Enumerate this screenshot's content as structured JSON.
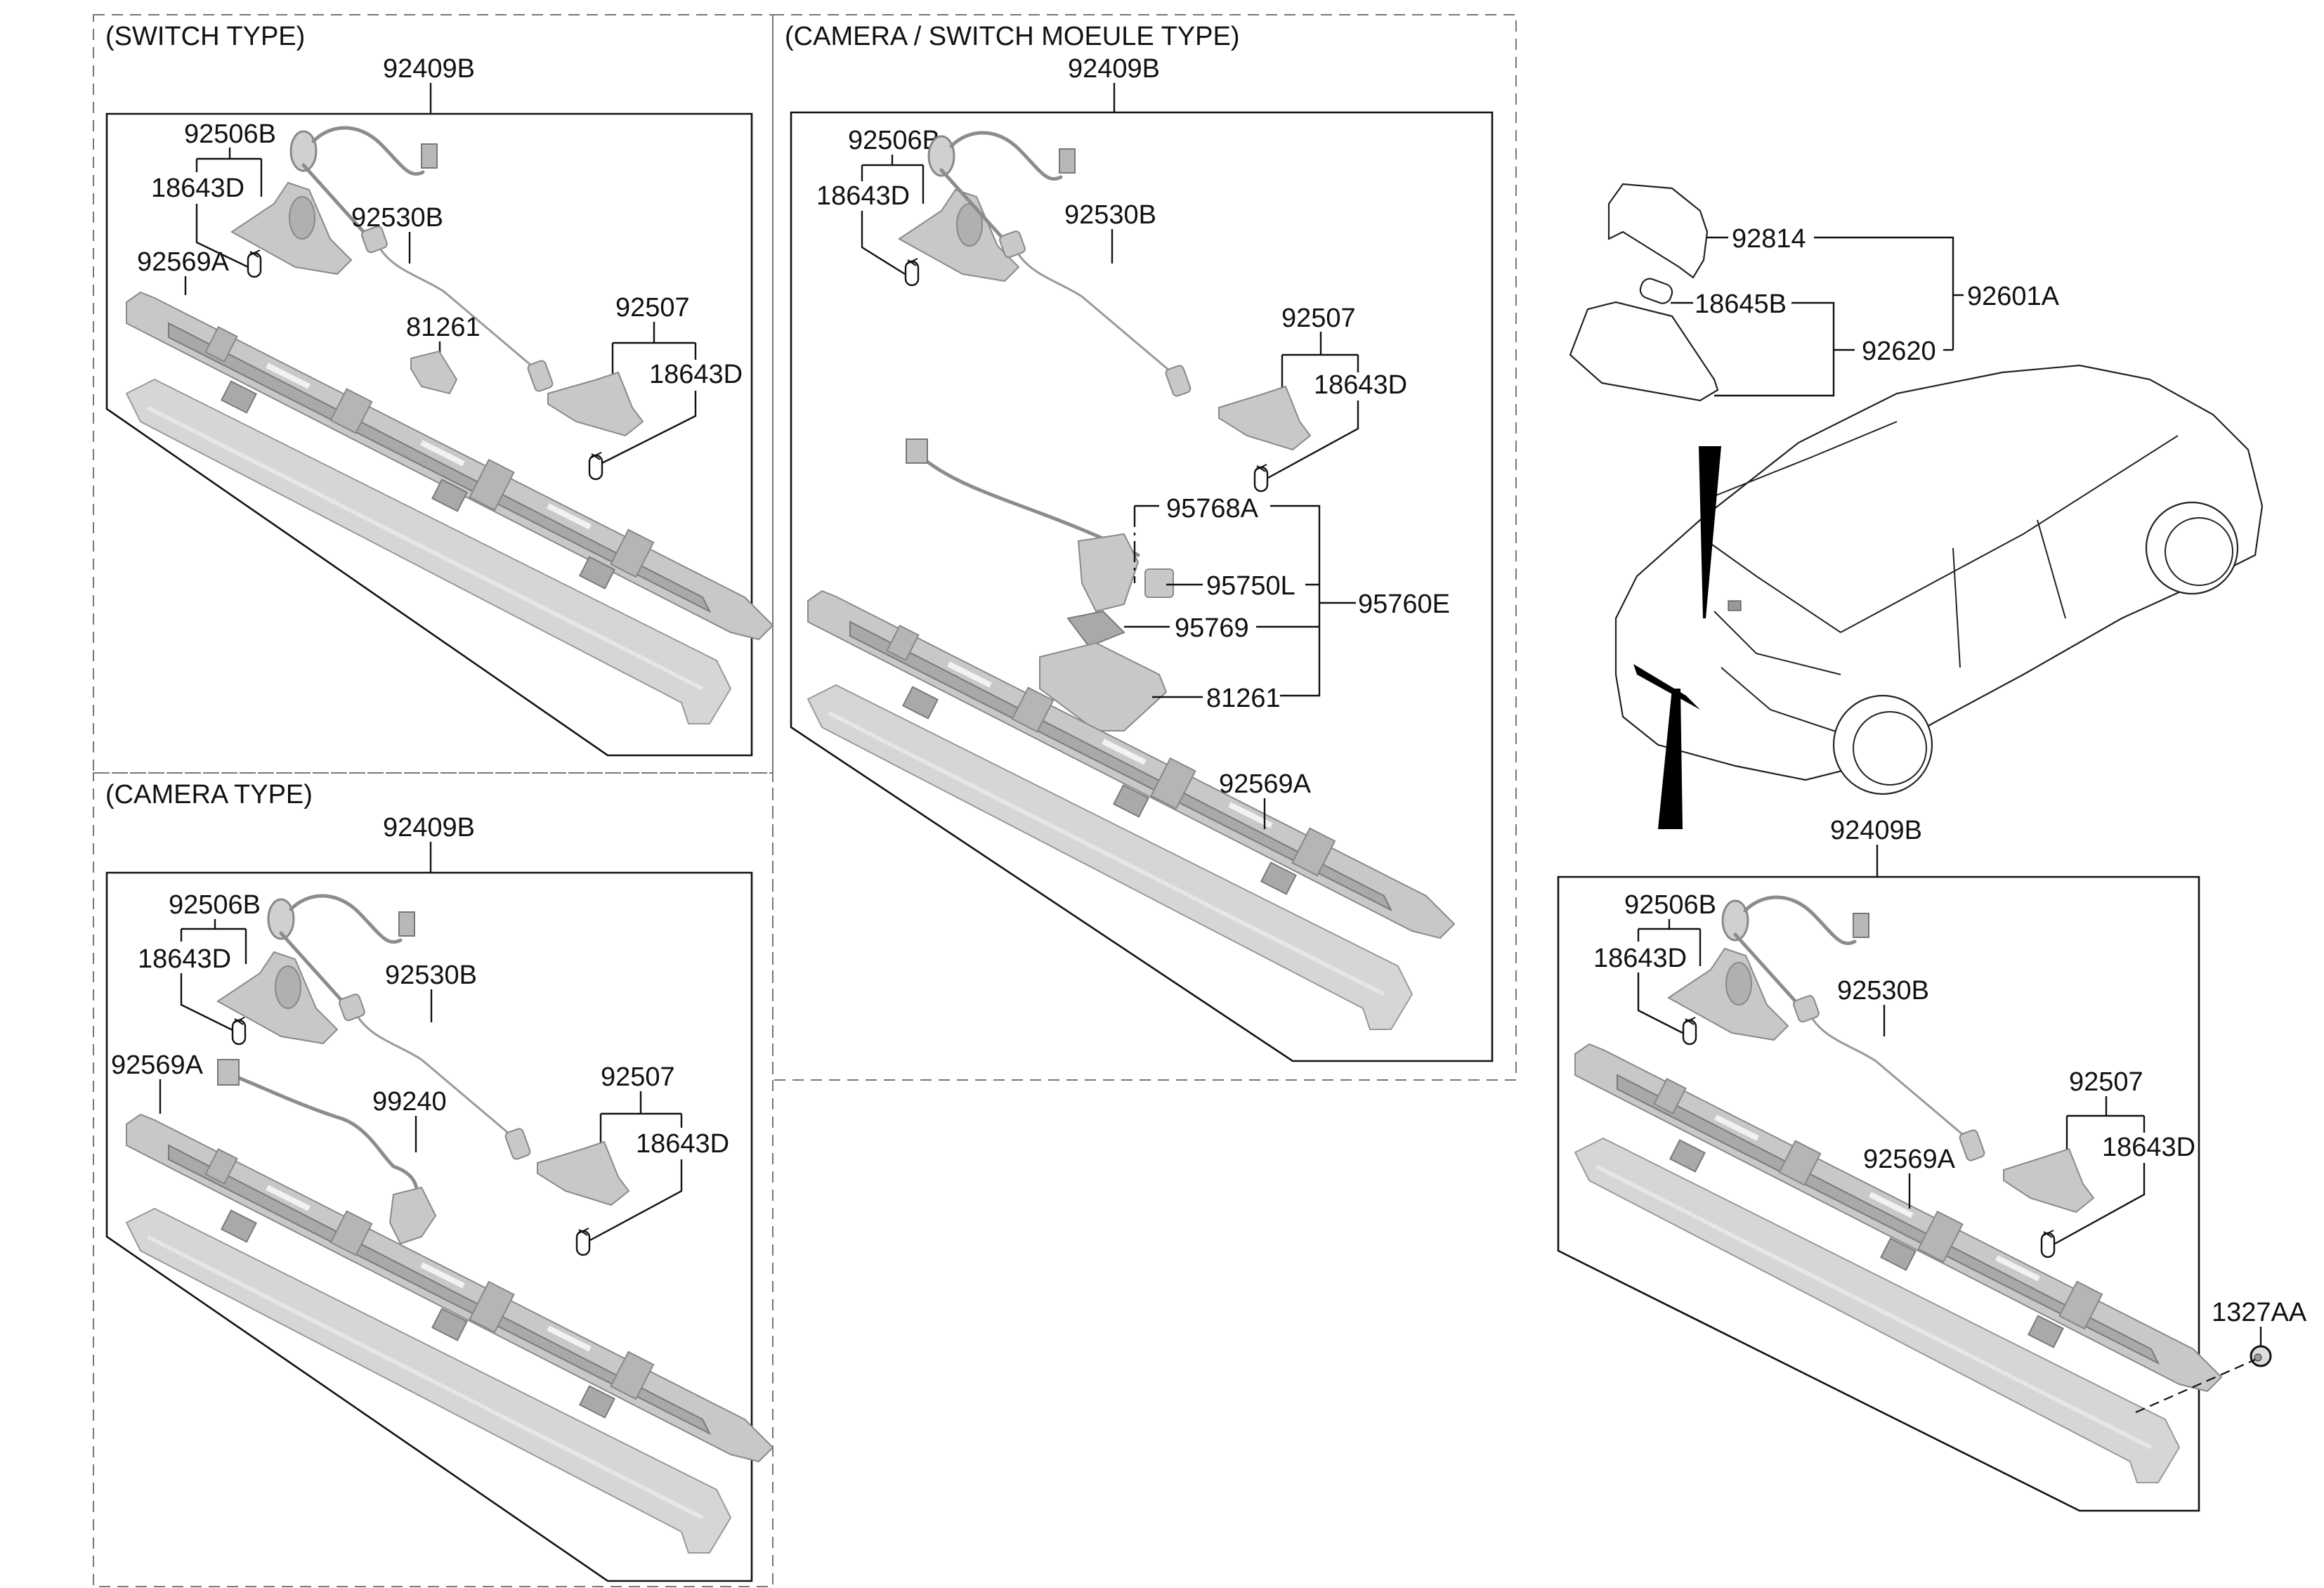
{
  "sections": {
    "switch_type": {
      "title": "(SWITCH TYPE)",
      "assembly": "92409B",
      "labels": {
        "housing_lamp": "92506B",
        "bulb_left": "18643D",
        "garnish": "92569A",
        "wiring": "92530B",
        "switch": "81261",
        "lamp_right": "92507",
        "bulb_right": "18643D"
      }
    },
    "camera_switch_module_type": {
      "title": "(CAMERA / SWITCH MOEULE TYPE)",
      "assembly": "92409B",
      "labels": {
        "housing_lamp": "92506B",
        "bulb_left": "18643D",
        "wiring": "92530B",
        "lamp_right": "92507",
        "bulb_right": "18643D",
        "camera_bracket": "95768A",
        "camera": "95750L",
        "gasket": "95769",
        "switch_module": "81261",
        "camera_assembly": "95760E",
        "garnish": "92569A"
      }
    },
    "camera_type": {
      "title": "(CAMERA TYPE)",
      "assembly": "92409B",
      "labels": {
        "housing_lamp": "92506B",
        "bulb_left": "18643D",
        "garnish": "92569A",
        "wiring": "92530B",
        "camera": "99240",
        "lamp_right": "92507",
        "bulb_right": "18643D"
      }
    },
    "room_lamp": {
      "labels": {
        "lens": "92814",
        "bulb": "18645B",
        "housing": "92620",
        "assembly": "92601A"
      }
    },
    "standard": {
      "assembly": "92409B",
      "labels": {
        "housing_lamp": "92506B",
        "bulb_left": "18643D",
        "wiring": "92530B",
        "lamp_right": "92507",
        "bulb_right": "18643D",
        "garnish": "92569A",
        "nut": "1327AA"
      }
    }
  }
}
